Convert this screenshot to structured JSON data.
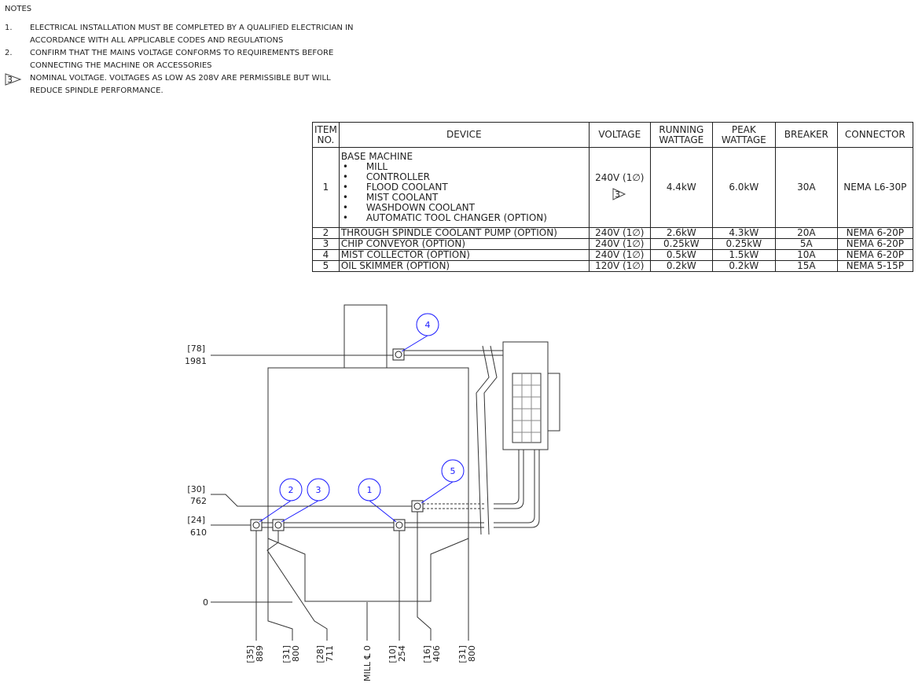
{
  "notes": {
    "title": "NOTES",
    "items": [
      {
        "num": "1.",
        "text": "ELECTRICAL INSTALLATION MUST BE COMPLETED BY A QUALIFIED ELECTRICIAN IN ACCORDANCE WITH ALL APPLICABLE CODES AND REGULATIONS"
      },
      {
        "num": "2.",
        "text": "CONFIRM THAT THE MAINS VOLTAGE CONFORMS TO REQUIREMENTS BEFORE CONNECTING THE MACHINE OR ACCESSORIES"
      },
      {
        "num": "3",
        "text": "NOMINAL VOLTAGE. VOLTAGES AS LOW AS 208V ARE PERMISSIBLE BUT WILL REDUCE SPINDLE PERFORMANCE."
      }
    ]
  },
  "table": {
    "headers": [
      "ITEM NO.",
      "DEVICE",
      "VOLTAGE",
      "RUNNING WATTAGE",
      "PEAK WATTAGE",
      "BREAKER",
      "CONNECTOR"
    ],
    "row1": {
      "item": "1",
      "device": "BASE MACHINE",
      "sub": [
        "MILL",
        "CONTROLLER",
        "FLOOD COOLANT",
        "MIST COOLANT",
        "WASHDOWN COOLANT",
        "AUTOMATIC TOOL CHANGER (OPTION)"
      ],
      "voltage": "240V (1∅)",
      "flag": "3",
      "running": "4.4kW",
      "peak": "6.0kW",
      "breaker": "30A",
      "connector": "NEMA L6-30P"
    },
    "rows": [
      {
        "item": "2",
        "device": "THROUGH SPINDLE COOLANT PUMP (OPTION)",
        "voltage": "240V (1∅)",
        "running": "2.6kW",
        "peak": "4.3kW",
        "breaker": "20A",
        "connector": "NEMA 6-20P"
      },
      {
        "item": "3",
        "device": "CHIP CONVEYOR (OPTION)",
        "voltage": "240V (1∅)",
        "running": "0.25kW",
        "peak": "0.25kW",
        "breaker": "5A",
        "connector": "NEMA 6-20P"
      },
      {
        "item": "4",
        "device": "MIST COLLECTOR (OPTION)",
        "voltage": "240V (1∅)",
        "running": "0.5kW",
        "peak": "1.5kW",
        "breaker": "10A",
        "connector": "NEMA 6-20P"
      },
      {
        "item": "5",
        "device": "OIL SKIMMER (OPTION)",
        "voltage": "120V (1∅)",
        "running": "0.2kW",
        "peak": "0.2kW",
        "breaker": "15A",
        "connector": "NEMA 5-15P"
      }
    ]
  },
  "drawing": {
    "balloons": [
      "1",
      "2",
      "3",
      "4",
      "5"
    ],
    "left_dims": [
      {
        "inch": "[78]",
        "mm": "1981"
      },
      {
        "inch": "[30]",
        "mm": "762"
      },
      {
        "inch": "[24]",
        "mm": "610"
      },
      {
        "mm": "0"
      }
    ],
    "bottom_dims": [
      {
        "inch": "[35]",
        "mm": "889"
      },
      {
        "inch": "[31]",
        "mm": "800"
      },
      {
        "inch": "[28]",
        "mm": "711"
      },
      {
        "label": "MILL ℄ 0"
      },
      {
        "inch": "[10]",
        "mm": "254"
      },
      {
        "inch": "[16]",
        "mm": "406"
      },
      {
        "inch": "[31]",
        "mm": "800"
      }
    ],
    "color_balloon": "#1a1aff"
  }
}
